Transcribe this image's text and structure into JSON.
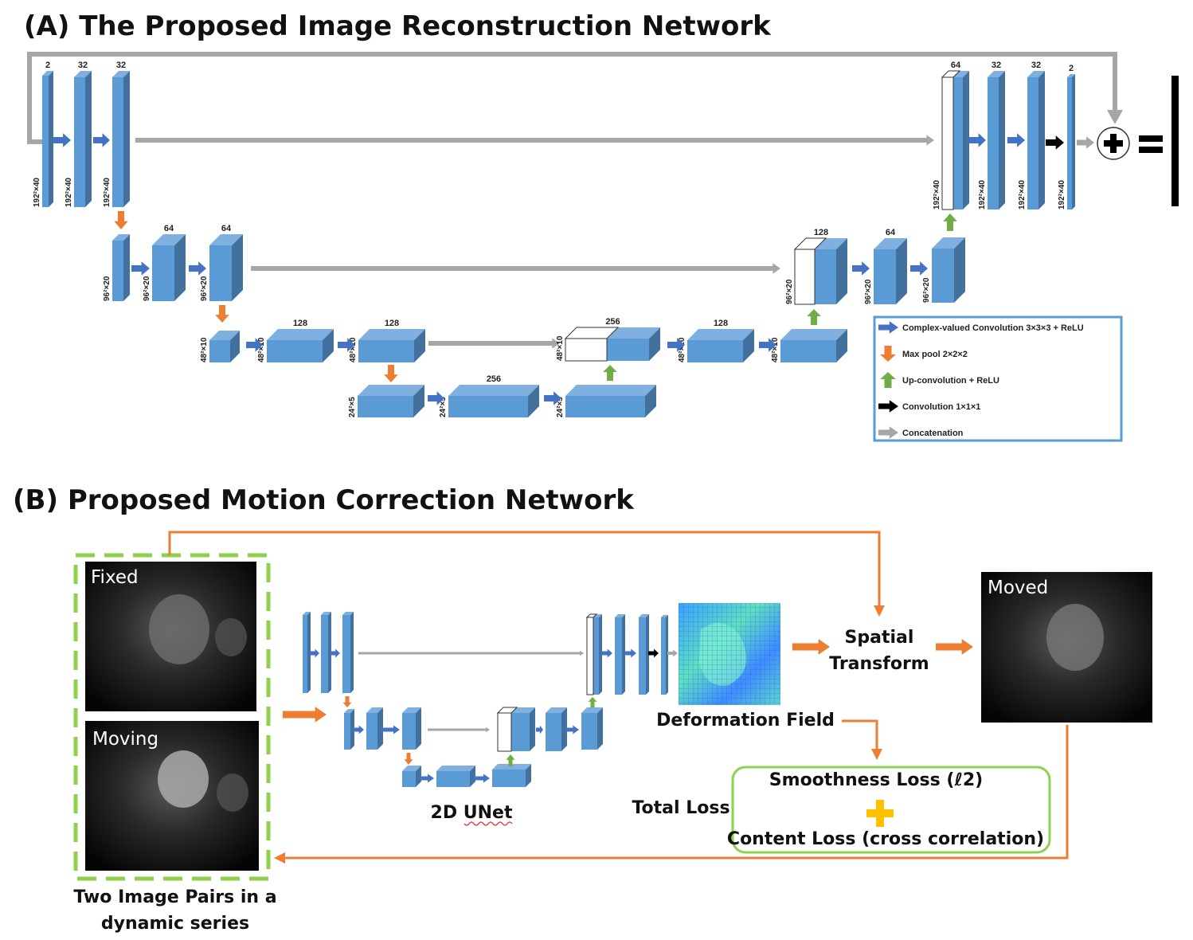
{
  "part_a": {
    "title": "(A) The Proposed Image Reconstruction Network",
    "blocks": [
      {
        "channels": "2",
        "size": "192²×40"
      },
      {
        "channels": "32",
        "size": "192²×40"
      },
      {
        "channels": "32",
        "size": "192²×40"
      },
      {
        "channels": "",
        "size": "96²×20"
      },
      {
        "channels": "64",
        "size": "96²×20"
      },
      {
        "channels": "64",
        "size": "96²×20"
      },
      {
        "channels": "",
        "size": "48²×10"
      },
      {
        "channels": "128",
        "size": "48²×10"
      },
      {
        "channels": "128",
        "size": "48²×10"
      },
      {
        "channels": "",
        "size": "24²×5"
      },
      {
        "channels": "256",
        "size": "24²×5"
      },
      {
        "channels": "",
        "size": "24²×5"
      },
      {
        "channels": "256",
        "size": "48²×10"
      },
      {
        "channels": "128",
        "size": "48²×10"
      },
      {
        "channels": "",
        "size": "48²×10"
      },
      {
        "channels": "128",
        "size": "96²×20"
      },
      {
        "channels": "64",
        "size": "96²×20"
      },
      {
        "channels": "",
        "size": "96²×20"
      },
      {
        "channels": "64",
        "size": "192²×40"
      },
      {
        "channels": "32",
        "size": "192²×40"
      },
      {
        "channels": "32",
        "size": "192²×40"
      },
      {
        "channels": "2",
        "size": "192²×40"
      }
    ],
    "legend": [
      {
        "label": "Complex-valued Convolution 3×3×3 + ReLU",
        "color": "#4472c4",
        "dir": "right"
      },
      {
        "label": "Max pool 2×2×2",
        "color": "#ed7d31",
        "dir": "down"
      },
      {
        "label": "Up-convolution + ReLU",
        "color": "#70ad47",
        "dir": "up"
      },
      {
        "label": "Convolution 1×1×1",
        "color": "#000000",
        "dir": "right"
      },
      {
        "label": "Concatenation",
        "color": "#a6a6a6",
        "dir": "right"
      }
    ]
  },
  "part_b": {
    "title": "(B) Proposed Motion Correction Network",
    "fixed_label": "Fixed",
    "moving_label": "Moving",
    "pairs_caption_line1": "Two Image Pairs in a",
    "pairs_caption_line2": "dynamic series",
    "unet_label": "2D UNet",
    "deformation_label": "Deformation Field",
    "spatial_transform_line1": "Spatial",
    "spatial_transform_line2": "Transform",
    "moved_label": "Moved",
    "total_loss_label": "Total Loss",
    "smoothness_loss": "Smoothness Loss (ℓ2)",
    "content_loss": "Content Loss (cross correlation)"
  },
  "colors": {
    "block": "#5b9bd5",
    "conv_arrow": "#4472c4",
    "pool_arrow": "#ed7d31",
    "upconv_arrow": "#70ad47",
    "concat_arrow": "#a6a6a6",
    "flow_arrow": "#ed7d31",
    "dashed_box": "#8fd14f",
    "loss_box": "#8fd14f",
    "legend_border": "#5b9bd5"
  }
}
